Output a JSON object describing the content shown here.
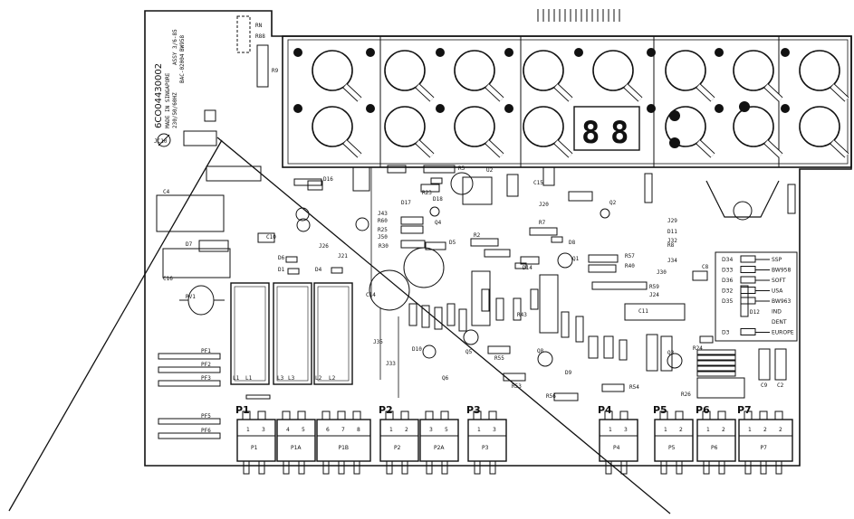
{
  "board": {
    "part_number": "6CO04430002",
    "made_in": "MADE IN SINGAPORE",
    "voltage": "230/50/60HZ",
    "code_small": "ASSY 3/6-85",
    "brand_line": "BW958",
    "cert_line": "BAC-02004",
    "jumper_main": "JC10"
  },
  "config_table": [
    {
      "code": "D34",
      "label": "SSP"
    },
    {
      "code": "D33",
      "label": "BW958"
    },
    {
      "code": "D36",
      "label": "SOFT"
    },
    {
      "code": "D32",
      "label": "USA"
    },
    {
      "code": "D35",
      "label": "BW963"
    },
    {
      "code": "",
      "label": "IND"
    },
    {
      "code": "",
      "label": "DENT"
    },
    {
      "code": "D3",
      "label": "EUROPE"
    }
  ],
  "component_labels": [
    "C4",
    "C10",
    "C16",
    "C14",
    "C15",
    "C11",
    "C8",
    "C2",
    "C9",
    "R2",
    "R5",
    "R7",
    "R8",
    "R9",
    "R23",
    "R24",
    "R25",
    "R26",
    "R30",
    "R40",
    "R43",
    "R53",
    "R54",
    "R55",
    "R56",
    "R57",
    "R59",
    "R60",
    "D1",
    "D4",
    "D5",
    "D6",
    "D7",
    "D8",
    "D9",
    "D10",
    "D11",
    "D12",
    "D14",
    "D16",
    "D17",
    "D18",
    "J20",
    "J21",
    "J24",
    "J26",
    "J29",
    "J30",
    "J32",
    "J33",
    "J34",
    "J35",
    "J43",
    "J50",
    "U2",
    "Q1",
    "Q2",
    "Q3",
    "Q4",
    "Q5",
    "Q6",
    "Q8",
    "RV1",
    "L1",
    "L2",
    "L3"
  ],
  "pf_labels": [
    "PF1",
    "PF2",
    "PF3",
    "PF5",
    "PF6"
  ],
  "relays": [
    "L1",
    "L3",
    "L2"
  ],
  "connector_groups": [
    {
      "name": "P1",
      "blocks": [
        {
          "label": "P1",
          "pins": [
            "1",
            "3"
          ]
        },
        {
          "label": "P1A",
          "pins": [
            "4",
            "5"
          ]
        },
        {
          "label": "P1B",
          "pins": [
            "6",
            "7",
            "8"
          ]
        }
      ]
    },
    {
      "name": "P2",
      "blocks": [
        {
          "label": "P2",
          "pins": [
            "1",
            "2"
          ]
        },
        {
          "label": "P2A",
          "pins": [
            "3",
            "5"
          ]
        }
      ]
    },
    {
      "name": "P3",
      "blocks": [
        {
          "label": "P3",
          "pins": [
            "1",
            "3"
          ]
        }
      ]
    },
    {
      "name": "P4",
      "blocks": [
        {
          "label": "P4",
          "pins": [
            "1",
            "3"
          ]
        }
      ]
    },
    {
      "name": "P5",
      "blocks": [
        {
          "label": "P5",
          "pins": [
            "1",
            "2"
          ]
        }
      ]
    },
    {
      "name": "P6",
      "blocks": [
        {
          "label": "P6",
          "pins": [
            "1",
            "2"
          ]
        }
      ]
    },
    {
      "name": "P7",
      "blocks": [
        {
          "label": "P7",
          "pins": [
            "1",
            "2",
            "2"
          ]
        }
      ]
    }
  ],
  "display_digits": [
    "8",
    "8"
  ],
  "colors": {
    "ink": "#111111",
    "background": "#ffffff"
  }
}
